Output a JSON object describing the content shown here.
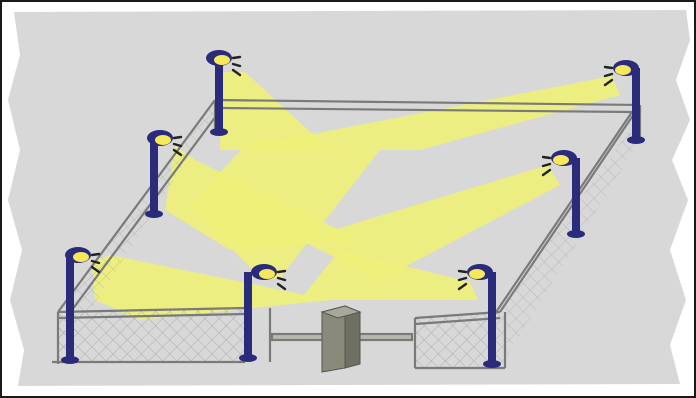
{
  "scene": {
    "subject": "perimeter-lighting-illustration",
    "colors": {
      "frame": "#1a1a1a",
      "background_torn_paper": "#d8d8d8",
      "light_beam": "#eef07a",
      "light_beam_glow": "#f4f68c",
      "lamp_post": "#2a2b7a",
      "lamp_head_lit": "#f5e85a",
      "fence_rail": "#7a7a7a",
      "fence_mesh": "#9a9a9a",
      "gate_box": "#8a8a7a"
    },
    "lamps": [
      {
        "id": "back-left",
        "icon": "lamp-post-icon"
      },
      {
        "id": "back-right",
        "icon": "lamp-post-icon"
      },
      {
        "id": "mid-left",
        "icon": "lamp-post-icon"
      },
      {
        "id": "mid-right",
        "icon": "lamp-post-icon"
      },
      {
        "id": "front-left",
        "icon": "lamp-post-icon"
      },
      {
        "id": "front-center-left",
        "icon": "lamp-post-icon"
      },
      {
        "id": "front-center-right",
        "icon": "lamp-post-icon"
      }
    ],
    "gate": {
      "icon": "barrier-gate-icon"
    },
    "fence": {
      "icon": "chain-link-fence-icon"
    }
  }
}
